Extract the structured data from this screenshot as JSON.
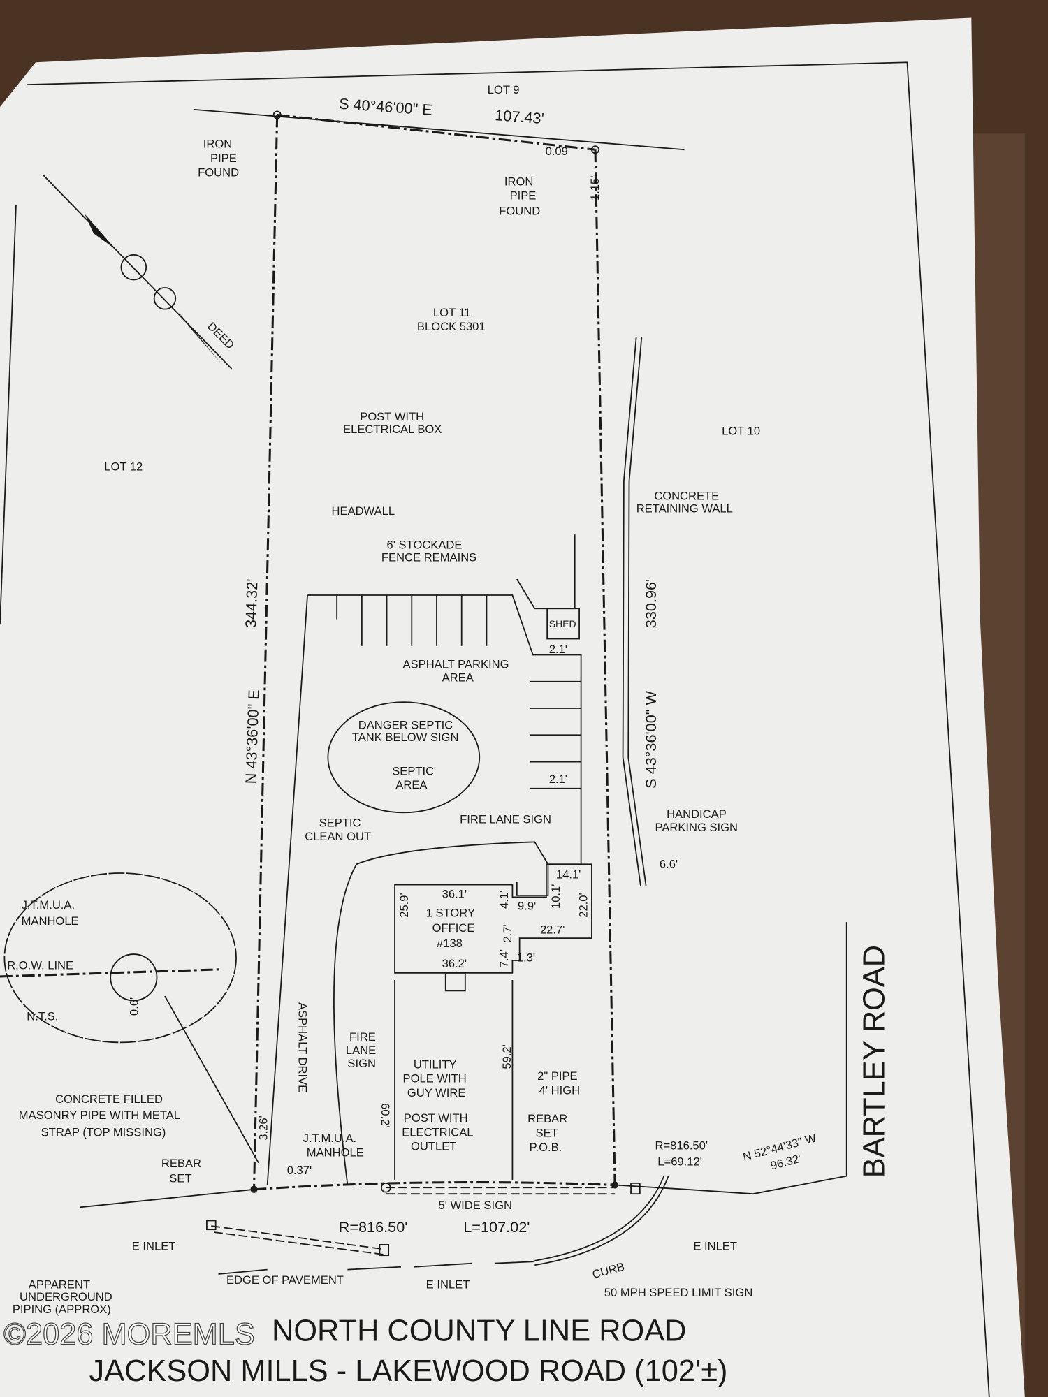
{
  "colors": {
    "paper": "#eeeeec",
    "wood": "#4a3323",
    "ink": "#1a1a1a"
  },
  "bearings": {
    "top": "S 40°46'00\" E",
    "top_len": "107.43'",
    "left": "N 43°36'00\" E",
    "left_len": "344.32'",
    "right": "S 43°36'00\" W",
    "right_len": "330.96'",
    "bartley": "N 52°44'33\" W",
    "bartley_len": "96.32'",
    "curve_r": "R=816.50'",
    "curve_l": "L=107.02'",
    "curve2_r": "R=816.50'",
    "curve2_l": "L=69.12'"
  },
  "lots": {
    "lot9": "LOT 9",
    "lot10": "LOT 10",
    "lot12": "LOT 12",
    "lot11": "LOT 11",
    "block": "BLOCK 5301"
  },
  "labels": {
    "iron_pipe_1": [
      "IRON",
      "PIPE",
      "FOUND"
    ],
    "iron_pipe_2": [
      "IRON",
      "PIPE",
      "FOUND"
    ],
    "dim_009": "0.09'",
    "dim_115": "1.15'",
    "deed": "DEED",
    "post_box": [
      "POST WITH",
      "ELECTRICAL BOX"
    ],
    "retaining": [
      "CONCRETE",
      "RETAINING WALL"
    ],
    "headwall": "HEADWALL",
    "fence": [
      "6' STOCKADE",
      "FENCE REMAINS"
    ],
    "shed": "SHED",
    "dim_21a": "2.1'",
    "dim_21b": "2.1'",
    "parking": [
      "ASPHALT PARKING",
      "AREA"
    ],
    "danger": [
      "DANGER SEPTIC",
      "TANK BELOW SIGN"
    ],
    "septic_area": [
      "SEPTIC",
      "AREA"
    ],
    "cleanout": [
      "SEPTIC",
      "CLEAN OUT"
    ],
    "fire_lane_sign": "FIRE LANE SIGN",
    "handicap": [
      "HANDICAP",
      "PARKING SIGN"
    ],
    "dim_66": "6.6'",
    "office": [
      "1 STORY",
      "OFFICE",
      "#138"
    ],
    "building_dims": {
      "d361": "36.1'",
      "d362": "36.2'",
      "d259": "25.9'",
      "d41": "4.1'",
      "d99": "9.9'",
      "d101": "10.1'",
      "d141": "14.1'",
      "d220": "22.0'",
      "d227": "22.7'",
      "d27": "2.7'",
      "d74": "7.4'",
      "d13": "1.3'",
      "d592": "59.2'",
      "d602": "60.2'"
    },
    "manhole_detail": [
      "J.T.M.U.A.",
      "MANHOLE"
    ],
    "row_line": "R.O.W. LINE",
    "nts": "N.T.S.",
    "dim_06": "0.6'",
    "asphalt_drive": "ASPHALT DRIVE",
    "fire_lane": [
      "FIRE",
      "LANE",
      "SIGN"
    ],
    "utility_pole": [
      "UTILITY",
      "POLE WITH",
      "GUY WIRE"
    ],
    "pipe2": [
      "2\" PIPE",
      "4' HIGH"
    ],
    "concrete_pipe": [
      "CONCRETE FILLED",
      "MASONRY PIPE WITH METAL",
      "STRAP (TOP MISSING)"
    ],
    "dim_326": "3.26'",
    "dim_037": "0.37'",
    "manhole2": [
      "J.T.M.U.A.",
      "MANHOLE"
    ],
    "post_outlet": [
      "POST WITH",
      "ELECTRICAL",
      "OUTLET"
    ],
    "rebar_pob": [
      "REBAR",
      "SET",
      "P.O.B."
    ],
    "rebar_set": [
      "REBAR",
      "SET"
    ],
    "wide_sign": "5' WIDE SIGN",
    "e_inlet_1": "E INLET",
    "e_inlet_2": "E INLET",
    "e_inlet_3": "E INLET",
    "edge_pavement": "EDGE OF PAVEMENT",
    "curb": "CURB",
    "speed_sign": "50 MPH SPEED LIMIT SIGN",
    "piping": [
      "APPARENT",
      "UNDERGROUND",
      "PIPING (APPROX)"
    ]
  },
  "roads": {
    "bartley": "BARTLEY ROAD",
    "north": "NORTH COUNTY LINE ROAD",
    "jackson": "JACKSON MILLS - LAKEWOOD ROAD (102'±)"
  },
  "watermark": "©2026 MOREMLS"
}
